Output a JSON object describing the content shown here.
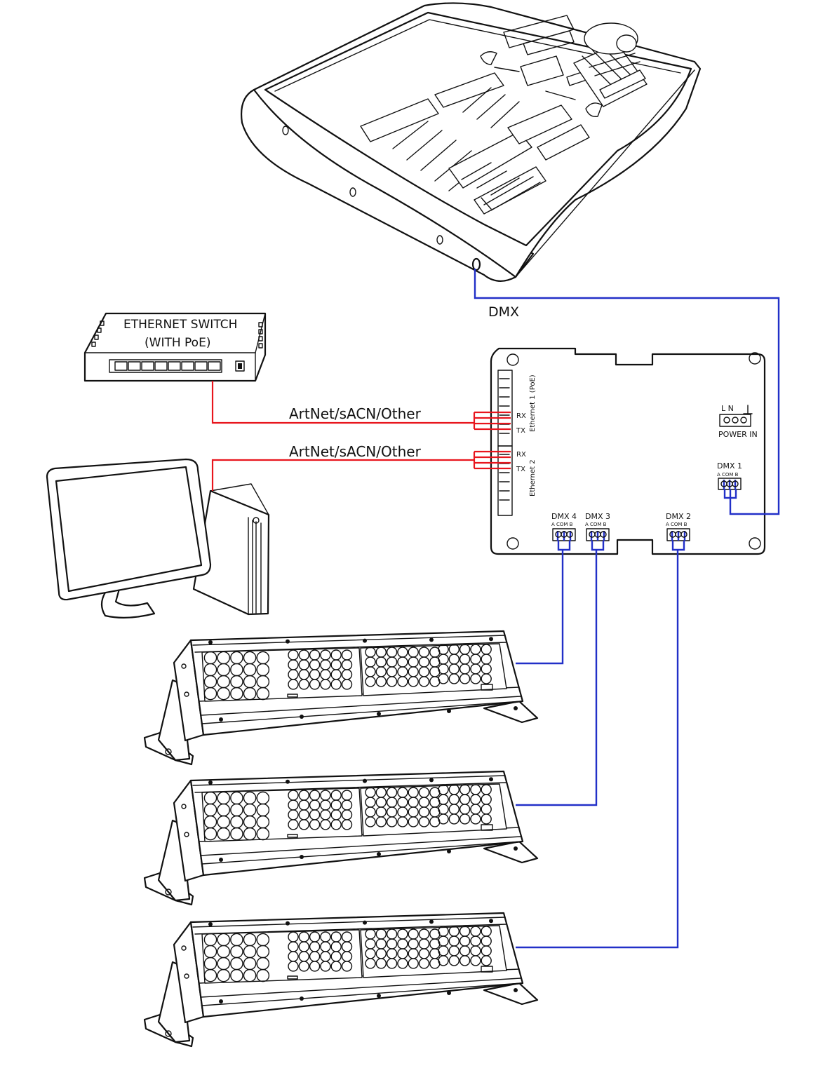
{
  "colors": {
    "ethernet_cable": "#e8151d",
    "dmx_cable": "#2230c8",
    "line": "#111111",
    "background": "#ffffff"
  },
  "labels": {
    "console_dmx": "DMX",
    "switch_line1": "ETHERNET   SWITCH",
    "switch_line2": "(WITH  PoE)",
    "cable_1": "ArtNet/sACN/Other",
    "cable_2": "ArtNet/sACN/Other"
  },
  "node": {
    "eth1_label": "Ethernet 1 (PoE)",
    "eth2_label": "Ethernet 2",
    "rx": "RX",
    "tx": "TX",
    "power_pins": "L   N",
    "power_label": "POWER IN",
    "pin_labels": "A COM B",
    "dmx1": "DMX 1",
    "dmx2": "DMX 2",
    "dmx3": "DMX 3",
    "dmx4": "DMX 4"
  },
  "icons": [
    "lighting-console-icon",
    "ethernet-switch-icon",
    "computer-icon",
    "dmx-node-icon",
    "led-wash-fixture-icon"
  ],
  "fixtures": [
    {
      "name": "fixture-1",
      "connected_to": "DMX 4"
    },
    {
      "name": "fixture-2",
      "connected_to": "DMX 3"
    },
    {
      "name": "fixture-3",
      "connected_to": "DMX 2"
    }
  ]
}
